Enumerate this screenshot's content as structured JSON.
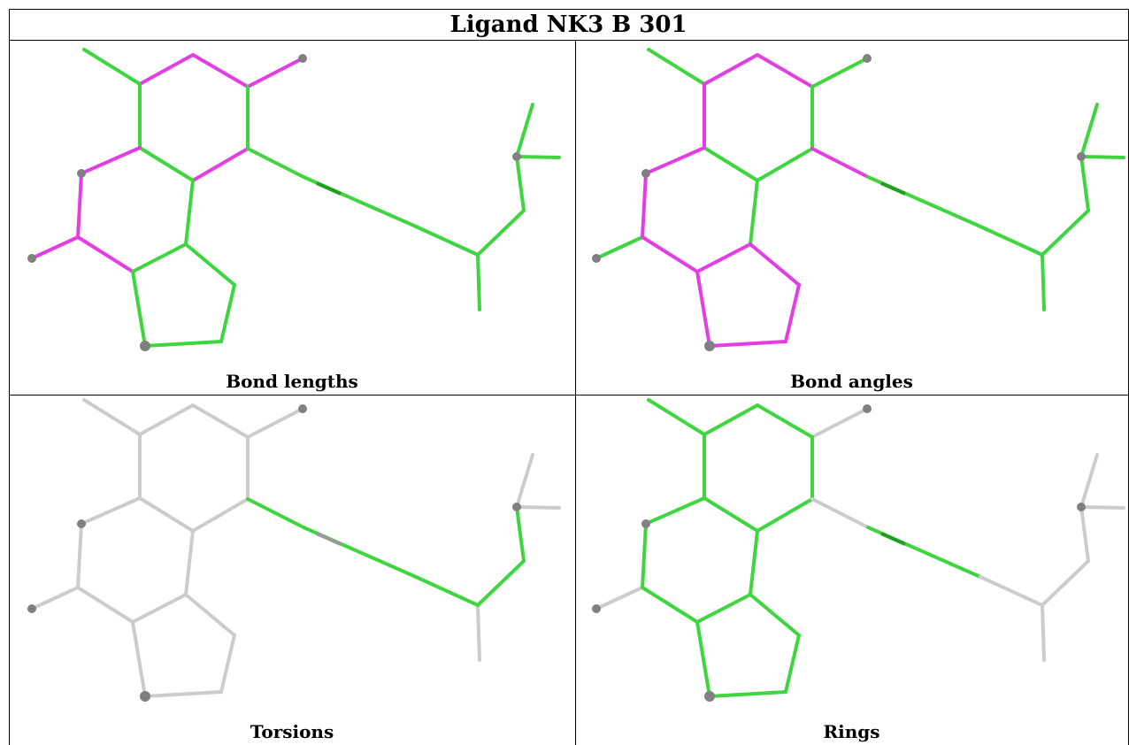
{
  "title": "Ligand NK3 B 301",
  "panels": [
    {
      "caption": "Bond lengths"
    },
    {
      "caption": "Bond angles"
    },
    {
      "caption": "Torsions"
    },
    {
      "caption": "Rings"
    }
  ],
  "colors": {
    "outlier": "#e23ee3",
    "ok": "#3ed63e",
    "ok_dark": "#1f9f1f",
    "neutral": "#cccccc",
    "neutral_dark": "#999999",
    "atom": "#808080",
    "border": "#000000"
  }
}
